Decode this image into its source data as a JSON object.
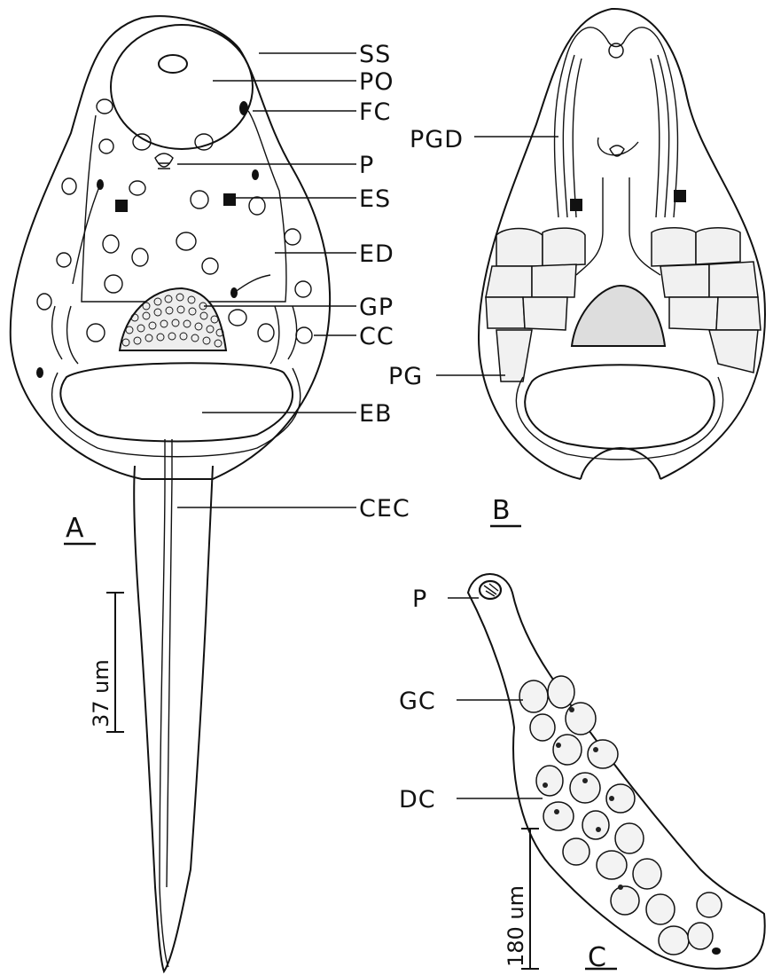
{
  "panels": {
    "a": "A",
    "b": "B",
    "c": "C"
  },
  "labels": {
    "ss": "SS",
    "po": "PO",
    "fc": "FC",
    "pgd": "PGD",
    "p_a": "P",
    "es": "ES",
    "ed": "ED",
    "gp": "GP",
    "cc": "CC",
    "pg": "PG",
    "eb": "EB",
    "cec": "CEC",
    "p_c": "P",
    "gc": "GC",
    "dc": "DC"
  },
  "scale_bars": {
    "a": "37 um",
    "c": "180 um"
  }
}
